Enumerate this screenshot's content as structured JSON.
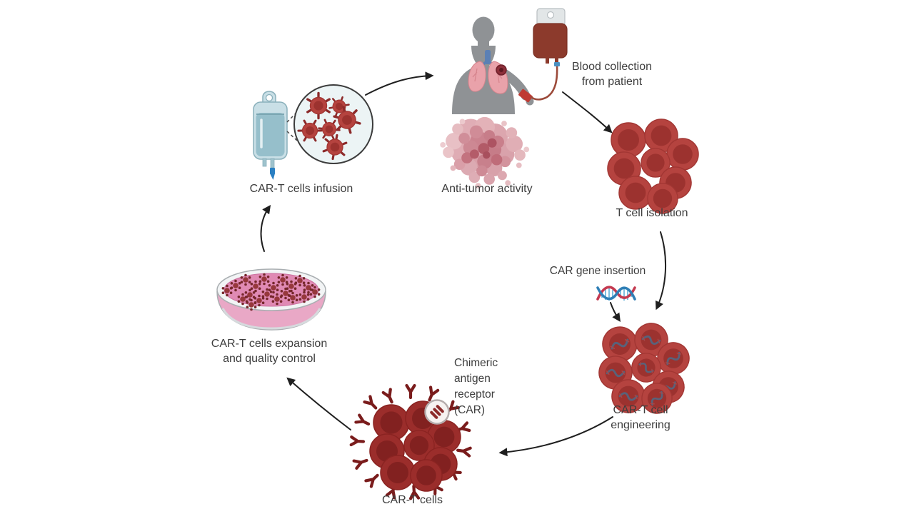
{
  "diagram": {
    "steps": [
      {
        "id": "blood-collection",
        "label": "Blood collection\nfrom patient"
      },
      {
        "id": "t-cell-isolation",
        "label": "T cell isolation"
      },
      {
        "id": "car-gene-insertion",
        "label": "CAR gene insertion"
      },
      {
        "id": "car-t-cell-engineering",
        "label": "CAR-T cell\nengineering"
      },
      {
        "id": "car-t-cells",
        "label": "CAR-T cells"
      },
      {
        "id": "chimeric-antigen-receptor",
        "label": "Chimeric\nantigen\nreceptor\n(CAR)"
      },
      {
        "id": "car-t-cells-expansion",
        "label": "CAR-T cells expansion\nand quality control"
      },
      {
        "id": "car-t-cells-infusion",
        "label": "CAR-T cells infusion"
      },
      {
        "id": "anti-tumor-activity",
        "label": "Anti-tumor activity"
      }
    ],
    "colors": {
      "background": "#ffffff",
      "text": "#3d3d3d",
      "arrow": "#1f1f1f",
      "t_cell_red": "#b5433f",
      "car_t_cell_red": "#9b2d2b",
      "receptor_maroon": "#7a1c1c",
      "blood_bag_red": "#8c3a2c",
      "iv_bag_blue": "#c9dfe6",
      "petri_medium_pink": "#e08ab4",
      "tumor_pink": "#d9a0a9",
      "dna_red": "#c43a50",
      "dna_blue": "#2f7fb6",
      "patient_grey": "#8f9295",
      "lung_pink": "#e9a2aa"
    }
  }
}
